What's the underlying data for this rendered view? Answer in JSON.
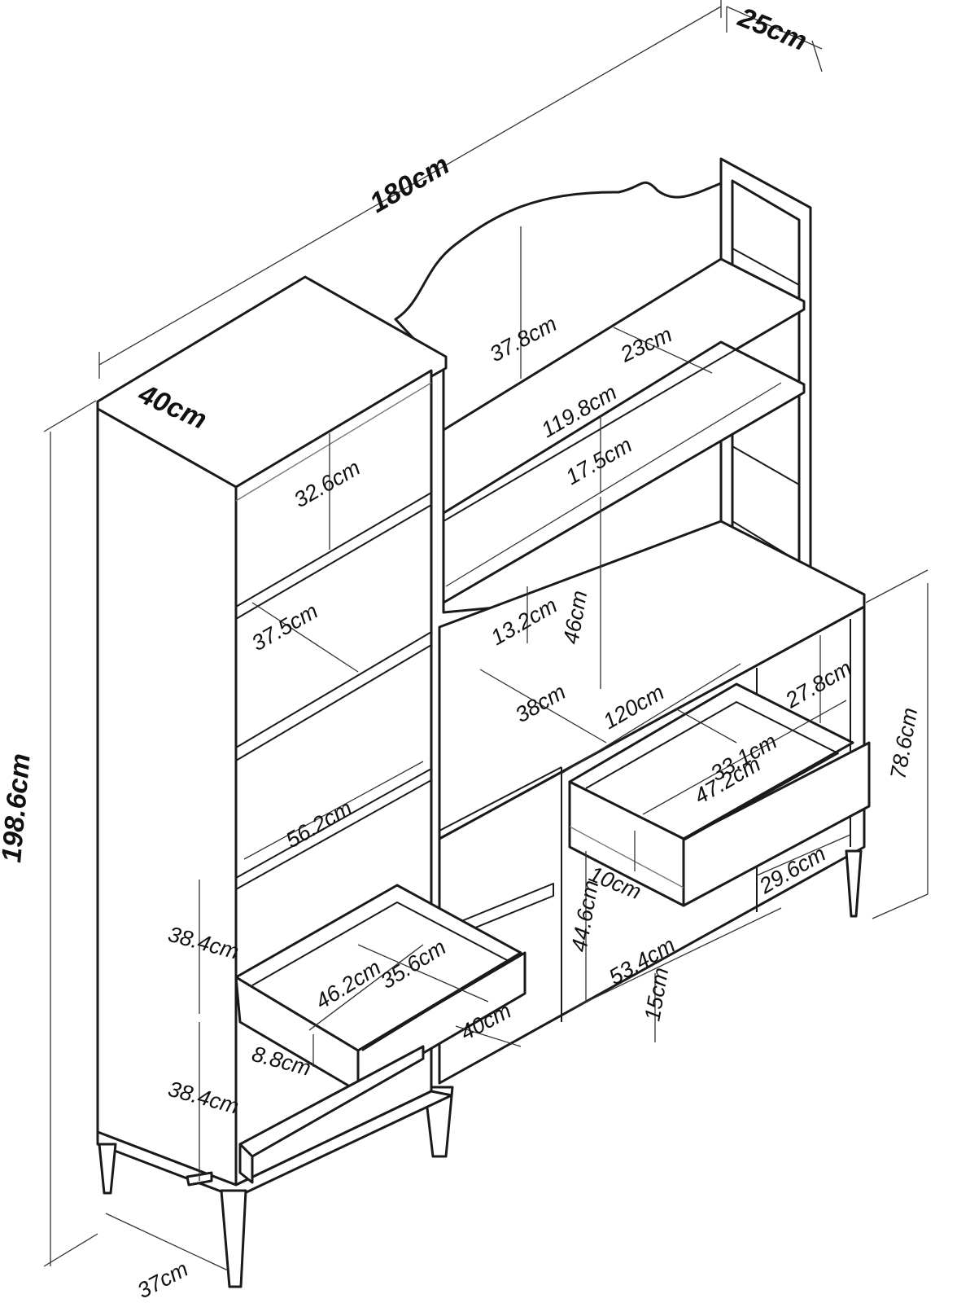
{
  "dimensions": {
    "total_width": "180cm",
    "total_depth": "25cm",
    "tower_depth": "40cm",
    "total_height": "198.6cm",
    "top_shelf_height": "37.8cm",
    "top_shelf_depth": "23cm",
    "top_shelf_width": "119.8cm",
    "middle_shelf_gap": "17.5cm",
    "upper_compartment_height": "46cm",
    "small_gap": "13.2cm",
    "tower_top_compartment": "32.6cm",
    "tower_compartment_depth": "37.5cm",
    "tower_width": "56.2cm",
    "desk_depth": "38cm",
    "desk_width": "120cm",
    "right_cabinet_height": "78.6cm",
    "right_compartment": "27.8cm",
    "right_drawer_depth": "33.1cm",
    "right_drawer_width": "47.2cm",
    "drawer_height_right": "10cm",
    "right_niche_width": "29.6cm",
    "open_compartment_height": "44.6cm",
    "open_compartment_width": "53.4cm",
    "leg_height": "15cm",
    "tower_drawer_height_upper": "38.4cm",
    "tower_drawer_height_lower": "38.4cm",
    "left_drawer_width": "46.2cm",
    "left_drawer_depth": "35.6cm",
    "left_drawer_inner_height": "8.8cm",
    "base_depth": "40cm",
    "tower_base_depth": "37cm"
  },
  "colors": {
    "line": "#1a1a1a",
    "background": "#ffffff"
  }
}
